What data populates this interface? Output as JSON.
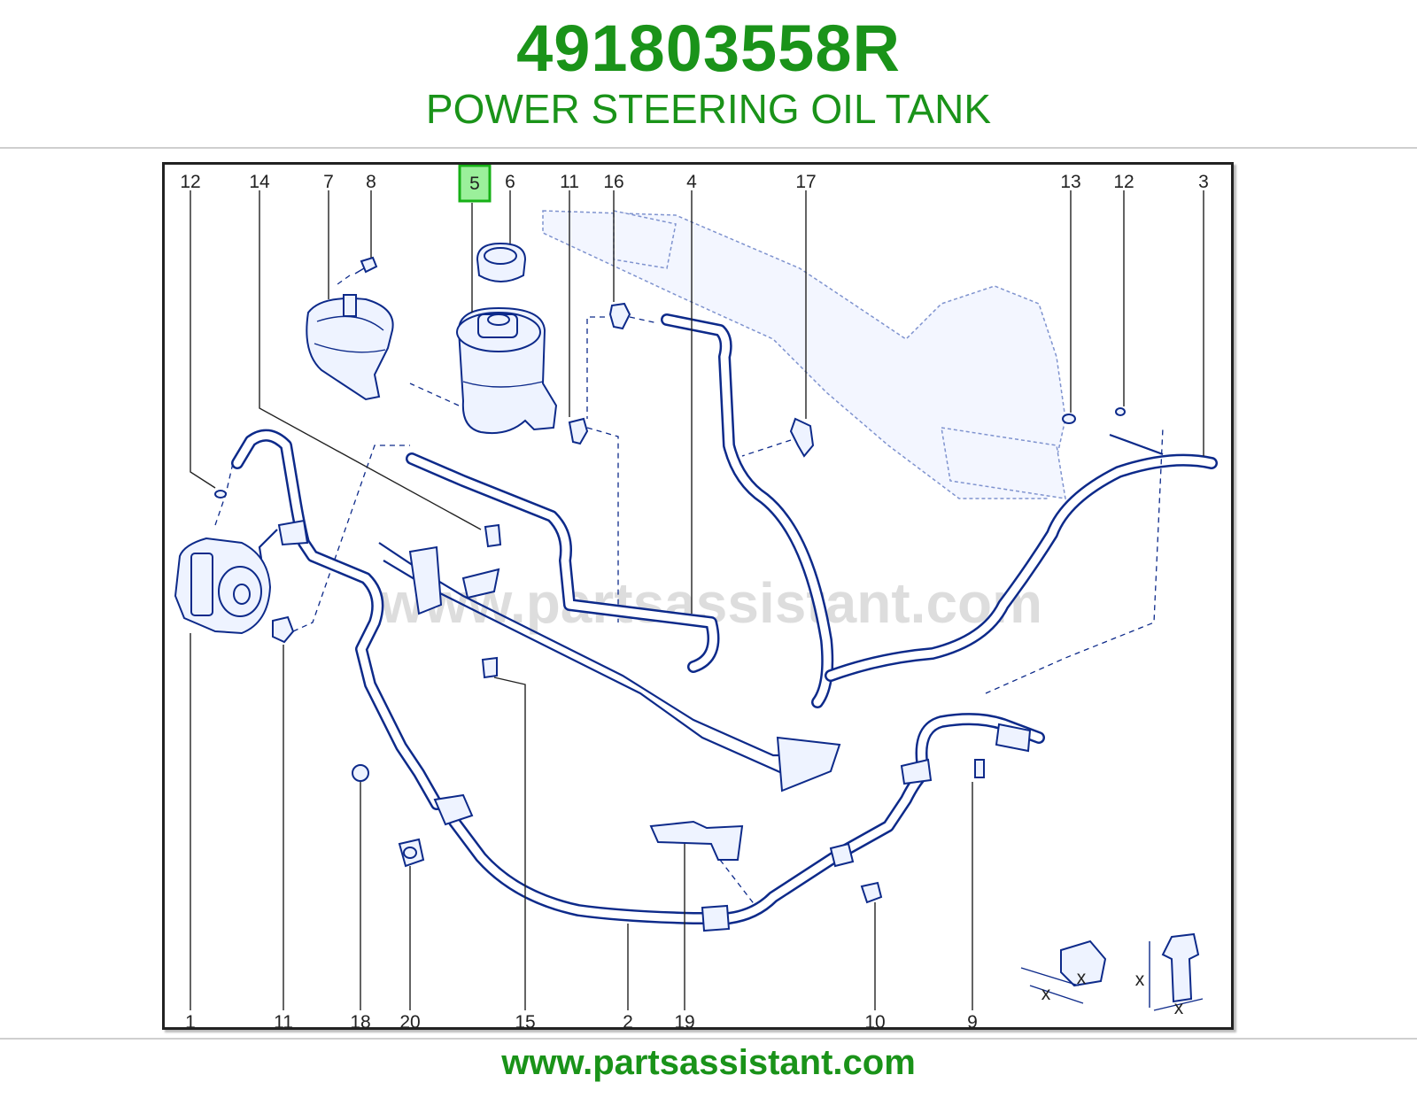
{
  "header": {
    "part_number": "491803558R",
    "title": "POWER STEERING OIL TANK"
  },
  "highlight": {
    "callout": "5"
  },
  "callouts": {
    "top": [
      "12",
      "14",
      "7",
      "8",
      "5",
      "6",
      "11",
      "16",
      "4",
      "17",
      "13",
      "12",
      "3"
    ],
    "bottom": [
      "1",
      "11",
      "18",
      "20",
      "15",
      "2",
      "19",
      "10",
      "9"
    ]
  },
  "detail_labels": [
    "x",
    "x",
    "x",
    "x"
  ],
  "watermark": "www.partsassistant.com",
  "footer": {
    "url": "www.partsassistant.com"
  },
  "colors": {
    "brand_green": "#1a9319",
    "line_blue": "#0d2a8a",
    "highlight_green": "#9bf09b"
  }
}
